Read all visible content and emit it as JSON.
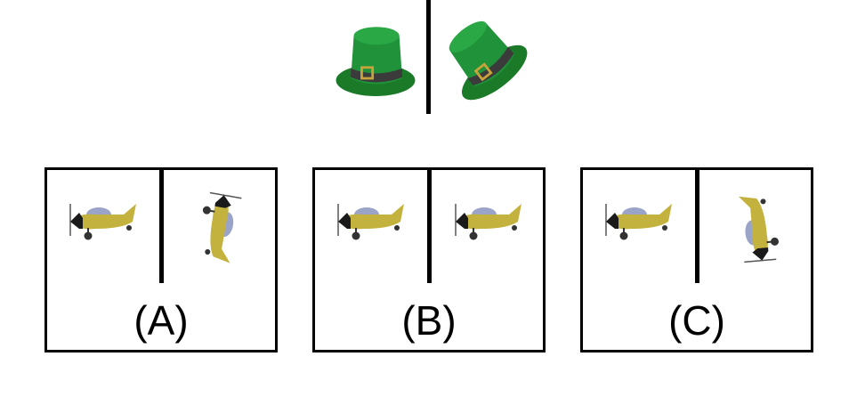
{
  "reference": {
    "left_icon": "leprechaun-hat-icon",
    "right_icon": "leprechaun-hat-icon",
    "hat_color": "#1e8a2e",
    "band_color": "#3b3b3b",
    "buckle_color": "#c9a43a"
  },
  "options": [
    {
      "label": "(A)",
      "left_icon": "airplane-icon",
      "right_icon": "airplane-icon"
    },
    {
      "label": "(B)",
      "left_icon": "airplane-icon",
      "right_icon": "airplane-icon"
    },
    {
      "label": "(C)",
      "left_icon": "airplane-icon",
      "right_icon": "airplane-icon"
    }
  ],
  "plane_colors": {
    "body": "#c4b23e",
    "canopy": "#9aa4c8",
    "nose": "#1a1a1a",
    "wheel": "#333333"
  }
}
